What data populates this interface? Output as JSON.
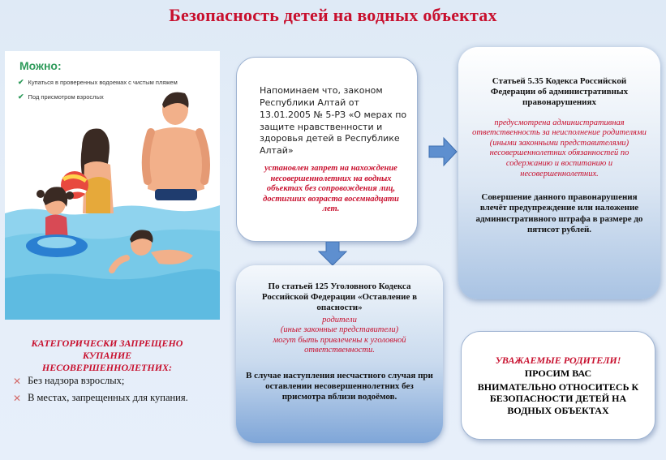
{
  "title": "Безопасность детей на водных объектах",
  "illustration": {
    "heading": "Можно:",
    "items": [
      "Купаться в проверенных водоемах с чистым пляжем",
      "Под присмотром взрослых"
    ]
  },
  "law_box": {
    "intro": "Напоминаем что, законом Республики Алтай от 13.01.2005 № 5-РЗ «О мерах по защите нравственности и здоровья детей в Республике Алтай»",
    "highlight": "установлен запрет на нахождение несовершеннолетних на водных объектах без сопровождения лиц, достигших возраста восемнадцати лет."
  },
  "koap_box": {
    "heading": "Статьей 5.35 Кодекса Российской Федерации об административных правонарушениях",
    "highlight": "предусмотрена административная ответственность за неисполнение родителями (иными законными представителями) несовершеннолетних обязанностей по содержанию и воспитанию и несовершеннолетних.",
    "consequence": "Совершение данного правонарушения влечёт предупреждение или наложение административного штрафа в размере до пятисот рублей."
  },
  "ugk_box": {
    "heading": "По статьей 125 Уголовного Кодекса Российской Федерации «Оставление в опасности»",
    "highlight": "родители\n(иные законные представители)\nмогут быть привлечены к уголовной ответственности.",
    "footer": "В случае наступления несчастного случая при оставлении несовершеннолетних без присмотра вблизи водоёмов."
  },
  "parents_box": {
    "line1": "УВАЖАЕМЫЕ РОДИТЕЛИ!",
    "line2": "ПРОСИМ ВАС",
    "line3": "ВНИМАТЕЛЬНО ОТНОСИТЕСЬ К БЕЗОПАСНОСТИ ДЕТЕЙ НА ВОДНЫХ ОБЪЕКТАХ"
  },
  "forbidden": {
    "title": "КАТЕГОРИЧЕСКИ ЗАПРЕЩЕНО\nКУПАНИЕ\nНЕСОВЕРШЕННОЛЕТНИХ:",
    "items": [
      "Без надзора взрослых;",
      "В местах, запрещенных для купания."
    ]
  },
  "colors": {
    "accent_red": "#c8102e",
    "green": "#2f9b5b",
    "box_blue": "#7fa6d8"
  }
}
